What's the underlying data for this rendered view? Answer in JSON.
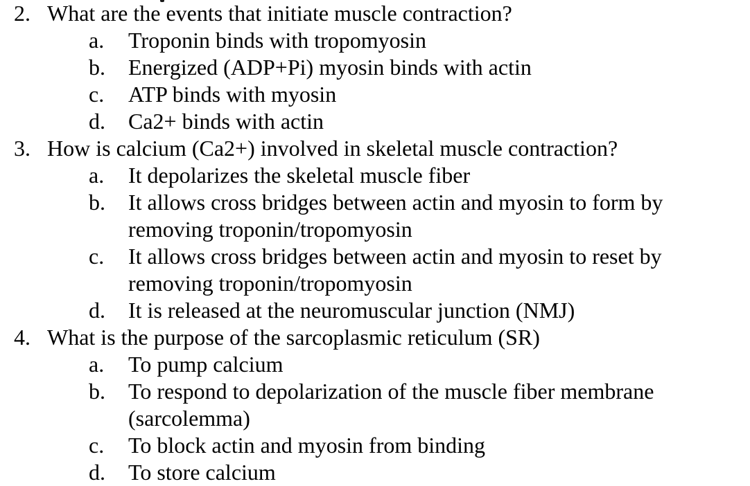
{
  "document": {
    "questions": [
      {
        "number": "2.",
        "text": "What are the events that initiate muscle contraction?",
        "choices": [
          {
            "letter": "a.",
            "text": "Troponin binds with tropomyosin"
          },
          {
            "letter": "b.",
            "text": "Energized (ADP+Pi) myosin binds with actin"
          },
          {
            "letter": "c.",
            "text": "ATP binds with myosin"
          },
          {
            "letter": "d.",
            "text": "Ca2+ binds with actin"
          }
        ]
      },
      {
        "number": "3.",
        "text": "How is calcium (Ca2+) involved in skeletal muscle contraction?",
        "choices": [
          {
            "letter": "a.",
            "text": "It depolarizes the skeletal muscle fiber"
          },
          {
            "letter": "b.",
            "text": "It allows cross bridges between actin and myosin to form by removing troponin/tropomyosin"
          },
          {
            "letter": "c.",
            "text": "It allows cross bridges between actin and myosin to reset by removing troponin/tropomyosin"
          },
          {
            "letter": "d.",
            "text": "It is released at the neuromuscular junction (NMJ)"
          }
        ]
      },
      {
        "number": "4.",
        "text": "What is the purpose of the sarcoplasmic reticulum (SR)",
        "choices": [
          {
            "letter": "a.",
            "text": "To pump calcium"
          },
          {
            "letter": "b.",
            "text": "To respond to depolarization of the muscle fiber membrane (sarcolemma)"
          },
          {
            "letter": "c.",
            "text": "To block actin and myosin from binding"
          },
          {
            "letter": "d.",
            "text": "To store calcium"
          }
        ]
      }
    ],
    "colors": {
      "text": "#000000",
      "background": "#ffffff"
    }
  }
}
